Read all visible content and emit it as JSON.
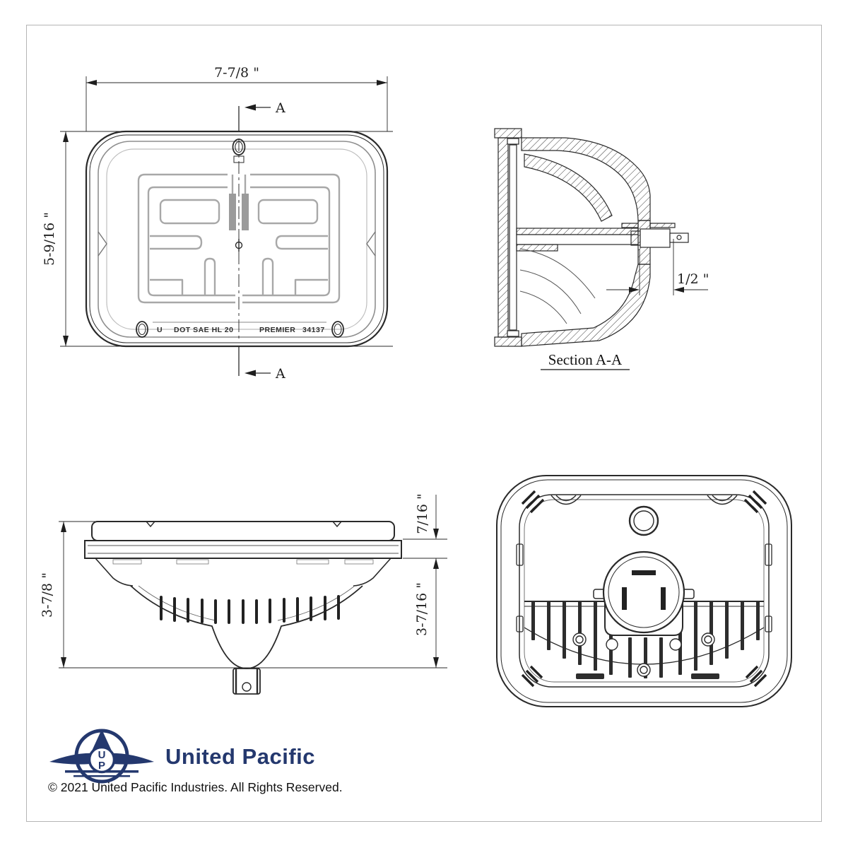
{
  "drawing": {
    "front_view": {
      "width_dim": "7-7/8 \"",
      "height_dim": "5-9/16 \"",
      "section_marker": "A",
      "marking_u": "U",
      "marking_dot": "DOT SAE HL 20",
      "marking_brand": "PREMIER",
      "marking_part": "34137"
    },
    "section_view": {
      "label": "Section A-A",
      "depth_dim": "1/2 \""
    },
    "side_view": {
      "height_dim": "3-7/8 \"",
      "lens_dim": "7/16 \"",
      "body_dim": "3-7/16 \""
    }
  },
  "branding": {
    "logo_text": "United Pacific",
    "monogram_top": "U",
    "monogram_bottom": "P",
    "copyright": "© 2021 United Pacific Industries. All Rights Reserved."
  },
  "colors": {
    "line": "#2a2a2a",
    "trace_gray": "#a8a8a8",
    "brand_navy": "#24386e",
    "page_border": "#b5b5b5"
  }
}
